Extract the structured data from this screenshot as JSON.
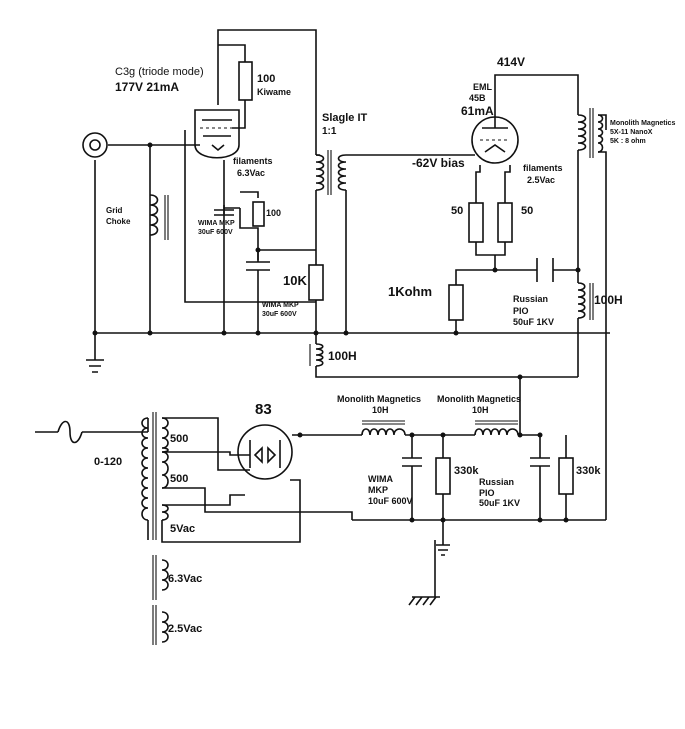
{
  "labels": {
    "c3g_mode": "C3g (triode mode)",
    "c3g_op": "177V  21mA",
    "plate_res_value": "100",
    "plate_res_brand": "Kiwame",
    "filament_c3g": "filaments",
    "filament_c3g_v": "6.3Vac",
    "cath_cap_brand": "WIMA MKP",
    "cath_cap_value": "30uF 600V",
    "cath_res": "100",
    "grid_choke_1": "Grid",
    "grid_choke_2": "Choke",
    "ic_name": "Slagle IT",
    "ic_ratio": "1:1",
    "r10k": "10K",
    "wima2_brand": "WIMA MKP",
    "wima2_value": "30uF 600V",
    "choke_100h_left": "100H",
    "v414": "414V",
    "eml_1": "EML",
    "eml_2": "45B",
    "eml_ma": "61mA",
    "bias": "-62V bias",
    "fil_45b": "filaments",
    "fil_45b_v": "2.5Vac",
    "r50_a": "50",
    "r50_b": "50",
    "r1k": "1Kohm",
    "pio_out_1": "Russian",
    "pio_out_2": "PIO",
    "pio_out_3": "50uF 1KV",
    "choke_100h_right": "100H",
    "ot_1": "Monolith Magnetics",
    "ot_2": "5X-11 NanoX",
    "ot_3": "5K : 8 ohm",
    "rect": "83",
    "mains": "0-120",
    "hv_a": "500",
    "hv_b": "500",
    "v5": "5Vac",
    "v63": "6.3Vac",
    "v25": "2.5Vac",
    "ch1_1": "Monolith Magnetics",
    "ch1_2": "10H",
    "ch2_1": "Monolith Magnetics",
    "ch2_2": "10H",
    "wima3_1": "WIMA",
    "wima3_2": "MKP",
    "wima3_3": "10uF 600V",
    "r330a": "330k",
    "pio3_1": "Russian",
    "pio3_2": "PIO",
    "pio3_3": "50uF 1KV",
    "r330b": "330k"
  }
}
